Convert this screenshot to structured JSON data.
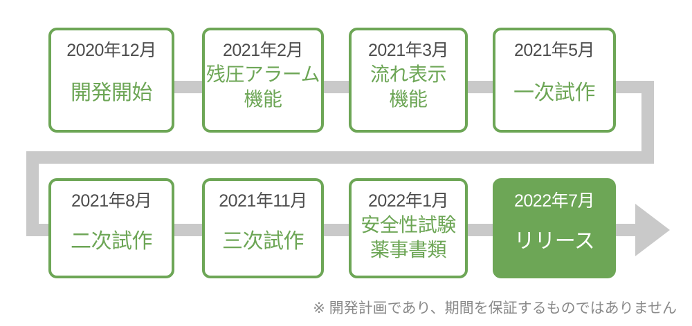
{
  "diagram": {
    "title": "development-roadmap-timeline",
    "colors": {
      "accent_green": "#6da656",
      "connector_gray": "#c9c9c9",
      "date_text": "#4d4d4d",
      "footnote_text": "#8a8a8a",
      "box_fill": "#ffffff"
    },
    "footnote": "※ 開発計画であり、期間を保証するものではありません",
    "rows": [
      {
        "milestones": [
          {
            "date": "2020年12月",
            "label_lines": [
              "開発開始"
            ],
            "highlight": false
          },
          {
            "date": "2021年2月",
            "label_lines": [
              "残圧アラーム",
              "機能"
            ],
            "highlight": false
          },
          {
            "date": "2021年3月",
            "label_lines": [
              "流れ表示",
              "機能"
            ],
            "highlight": false
          },
          {
            "date": "2021年5月",
            "label_lines": [
              "一次試作"
            ],
            "highlight": false
          }
        ]
      },
      {
        "milestones": [
          {
            "date": "2021年8月",
            "label_lines": [
              "二次試作"
            ],
            "highlight": false
          },
          {
            "date": "2021年11月",
            "label_lines": [
              "三次試作"
            ],
            "highlight": false
          },
          {
            "date": "2022年1月",
            "label_lines": [
              "安全性試験",
              "薬事書類"
            ],
            "highlight": false
          },
          {
            "date": "2022年7月",
            "label_lines": [
              "リリース"
            ],
            "highlight": true
          }
        ]
      }
    ]
  }
}
